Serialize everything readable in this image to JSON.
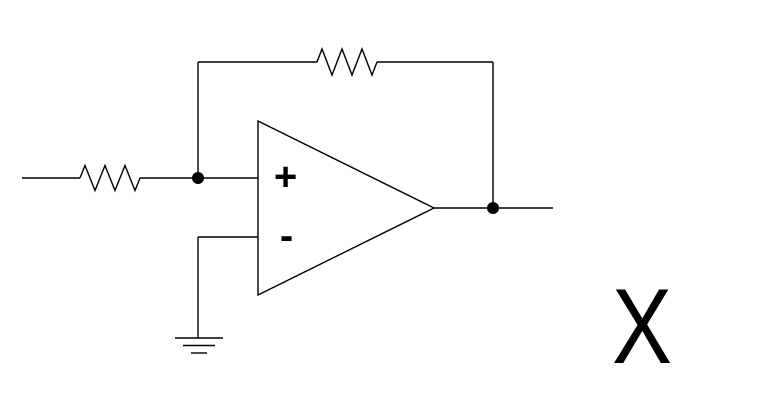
{
  "diagram": {
    "background_color": "#ffffff",
    "line_color": "#000000",
    "opamp": {
      "plus_label": "+",
      "minus_label": "-"
    },
    "output_label": "X",
    "components": {
      "input_resistor": "resistor",
      "feedback_resistor": "resistor",
      "opamp": "operational-amplifier",
      "ground": "earth-ground",
      "junctions": "solder-dot"
    }
  }
}
